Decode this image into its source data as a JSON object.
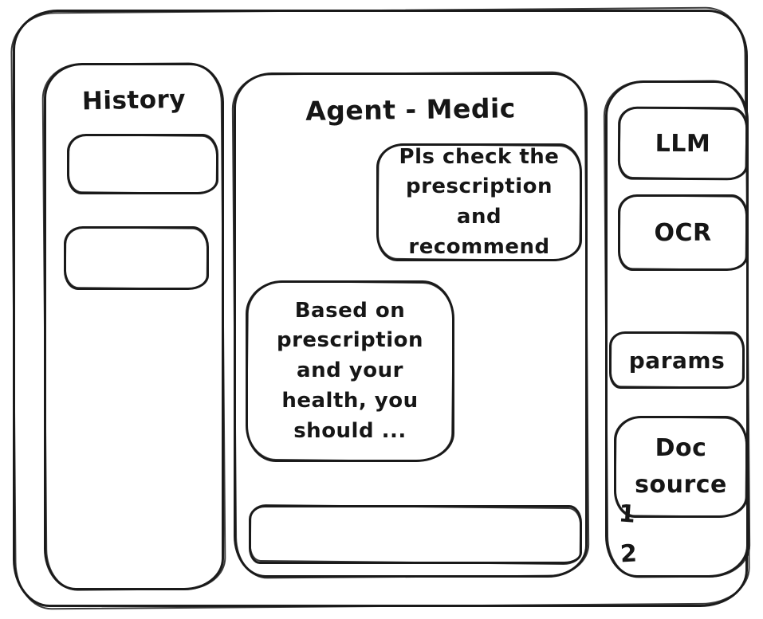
{
  "history_panel": {
    "title": "History",
    "items": [
      {
        "label": ""
      },
      {
        "label": ""
      }
    ]
  },
  "chat_panel": {
    "title": "Agent - Medic",
    "messages": [
      {
        "role": "user",
        "text": "Pls check the\nprescription\nand recommend"
      },
      {
        "role": "assistant",
        "text": "Based on\nprescription\nand your\nhealth, you\nshould ..."
      }
    ],
    "input": {
      "value": "",
      "placeholder": ""
    }
  },
  "tools_panel": {
    "buttons": {
      "llm": "LLM",
      "ocr": "OCR",
      "params": "params",
      "doc_source": "Doc\nsource"
    },
    "doc_source_items": [
      "1",
      "2"
    ]
  },
  "colors": {
    "ink": "#1c1c1c",
    "background": "#ffffff"
  }
}
